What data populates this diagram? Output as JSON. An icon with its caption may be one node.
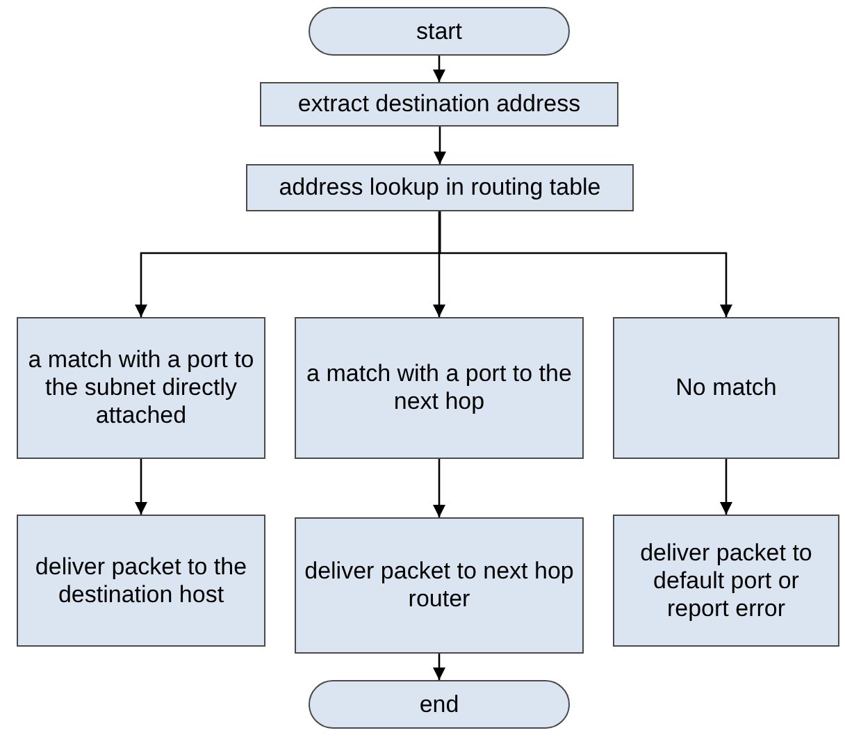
{
  "diagram": {
    "nodes": [
      {
        "text": [
          "start"
        ]
      },
      {
        "text": [
          "extract destination address"
        ]
      },
      {
        "text": [
          "address lookup in routing table"
        ]
      },
      {
        "text": [
          "a match with a port to the subnet directly attached"
        ]
      },
      {
        "text": [
          "a match with a port to the next hop"
        ]
      },
      {
        "text": [
          "No match"
        ]
      },
      {
        "text": [
          "deliver packet to the destination host"
        ]
      },
      {
        "text": [
          "deliver packet to next hop router"
        ]
      },
      {
        "text": [
          "deliver packet to default port or report error"
        ]
      },
      {
        "text": [
          "end"
        ]
      }
    ],
    "edges": [
      {
        "from": 0,
        "to": 1,
        "arrow": "to"
      },
      {
        "from": 1,
        "to": 2,
        "arrow": "to"
      },
      {
        "from": 2,
        "to": 3,
        "arrow": "to"
      },
      {
        "from": 2,
        "to": 4,
        "arrow": "to"
      },
      {
        "from": 2,
        "to": 5,
        "arrow": "to"
      },
      {
        "from": 3,
        "to": 6,
        "arrow": "to"
      },
      {
        "from": 4,
        "to": 7,
        "arrow": "to"
      },
      {
        "from": 5,
        "to": 8,
        "arrow": "to"
      },
      {
        "from": 7,
        "to": 9,
        "arrow": "to"
      }
    ]
  }
}
